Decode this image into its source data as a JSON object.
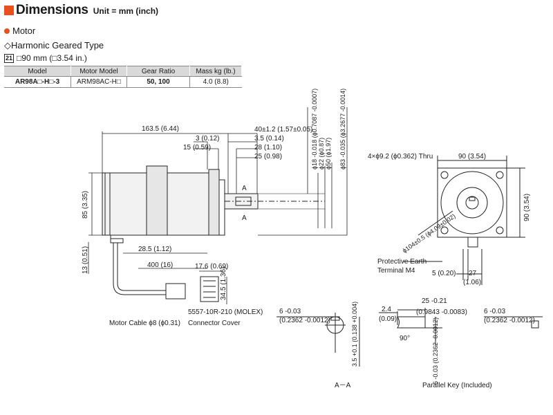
{
  "header": {
    "title": "Dimensions",
    "unit": "Unit = mm (inch)"
  },
  "section": "Motor",
  "subtype": "◇Harmonic Geared Type",
  "frame": {
    "code": "21",
    "size": "□90 mm (□3.54 in.)"
  },
  "table": {
    "headers": [
      "Model",
      "Motor Model",
      "Gear Ratio",
      "Mass kg (lb.)"
    ],
    "rows": [
      [
        "AR98A□-H□-3",
        "ARM98AC-H□",
        "50, 100",
        "4.0 (8.8)"
      ]
    ]
  },
  "side_view": {
    "overall_len": "163.5 (6.44)",
    "d3": "3 (0.12)",
    "d15": "15 (0.59)",
    "d40": "40±1.2 (1.57±0.05)",
    "d35": "3.5 (0.14)",
    "d28": "28 (1.10)",
    "d25": "25 (0.98)",
    "h85": "85 (3.35)",
    "h13": "13 (0.51)",
    "d285": "28.5 (1.12)",
    "d400": "400 (16)",
    "d176": "17.6 (0.69)",
    "h345": "34.5 (1.36)",
    "dia18": "ϕ18 -0.018 (ϕ0.7087 -0.0007)",
    "dia22": "ϕ22 (ϕ0.87)",
    "dia50": "ϕ50 (ϕ1.97)",
    "dia83": "ϕ83 -0.035 (ϕ3.2677 -0.0014)",
    "section_mark": "A",
    "connector": "5557-10R-210 (MOLEX)",
    "connector_cover": "Connector Cover",
    "motor_cable": "Motor Cable ϕ8 (ϕ0.31)"
  },
  "front_view": {
    "holes": "4×ϕ9.2 (ϕ0.362) Thru",
    "w90": "90 (3.54)",
    "h90": "90 (3.54)",
    "pcd": "ϕ104±0.5 (ϕ4.09±0.02)",
    "earth": "Protective Earth",
    "earth2": "Terminal M4",
    "d5": "5 (0.20)",
    "d27": "27",
    "d27b": "(1.06)"
  },
  "section_aa": {
    "label": "A－A",
    "w6": "6 -0.03",
    "w6in": "(0.2362 -0.0012)",
    "h35": "3.5 +0.1 (0.138 +0.004)"
  },
  "key": {
    "label": "Parallel Key (Included)",
    "d24": "2.4",
    "d24in": "(0.09)",
    "d25": "25 -0.21",
    "d25in": "(0.9843 -0.0083)",
    "angle": "90°",
    "h6": "6 -0.03 (0.2362 -0.0012)",
    "w6": "6 -0.03",
    "w6in": "(0.2362 -0.0012)"
  }
}
